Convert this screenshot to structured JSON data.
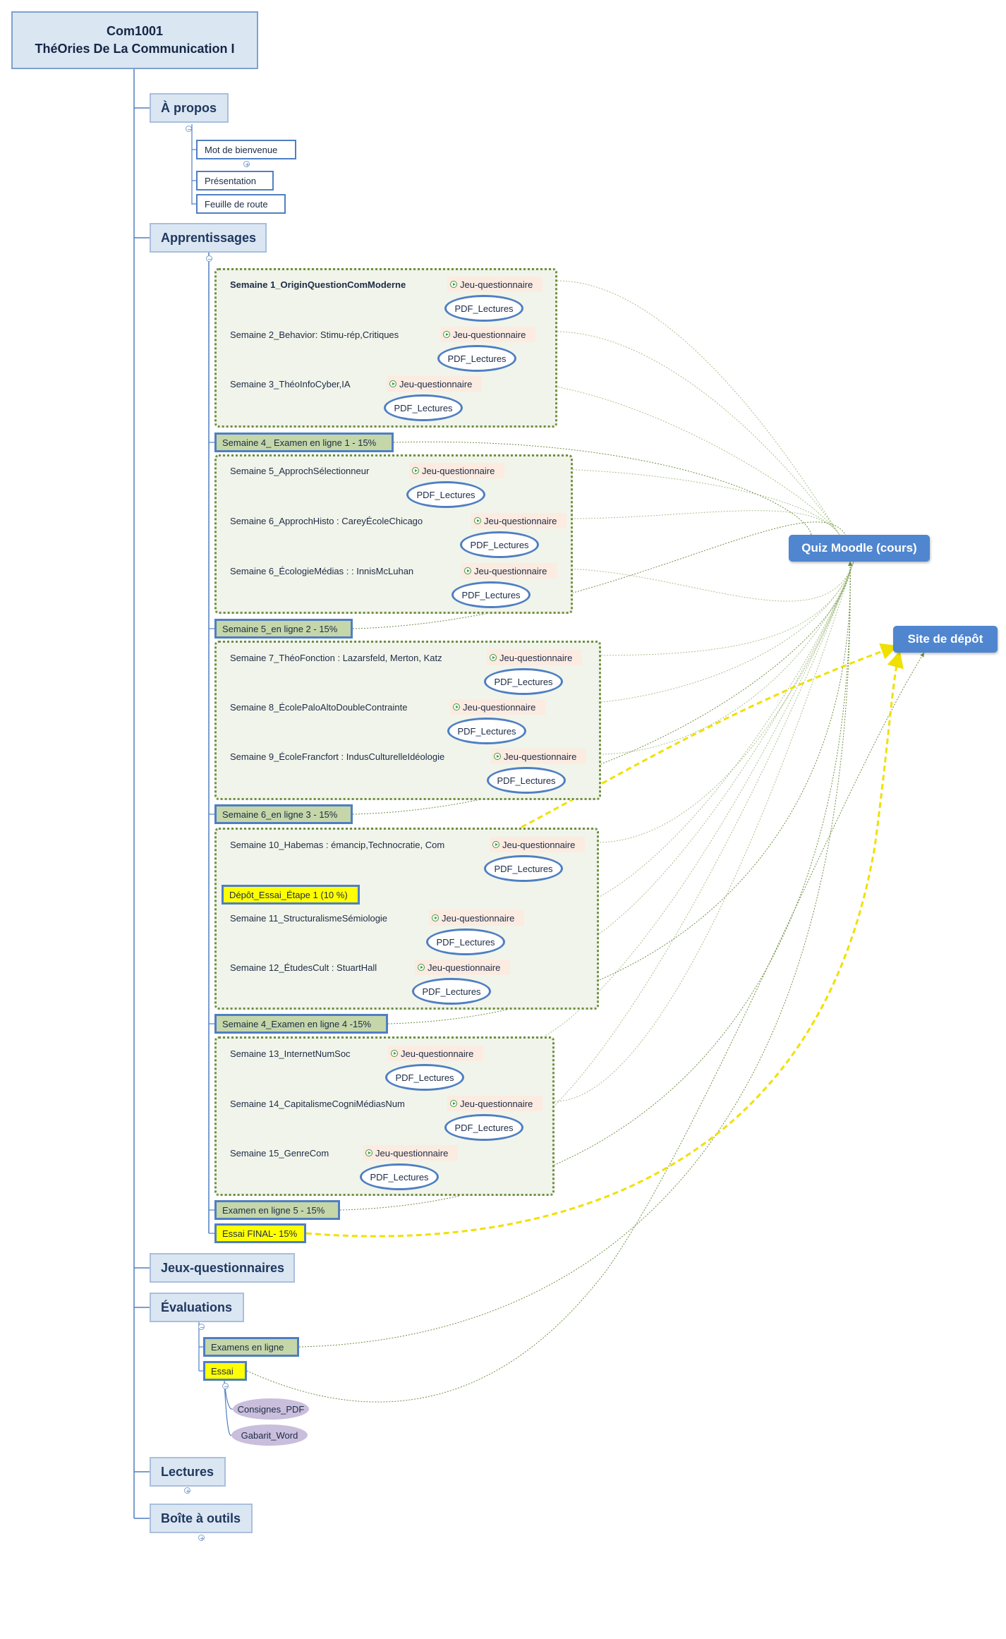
{
  "root": {
    "line1": "Com1001",
    "line2": "ThéOries De La Communication I"
  },
  "sections": {
    "apropos": "À propos",
    "apprentissages": "Apprentissages",
    "jeux": "Jeux-questionnaires",
    "evaluations": "Évaluations",
    "lectures": "Lectures",
    "outils": "Boîte à outils"
  },
  "apropos_items": [
    "Mot de bienvenue",
    "Présentation",
    "Feuille de route"
  ],
  "weeks": [
    "Semaine 1_OriginQuestionComModerne",
    "Semaine 2_Behavior: Stimu-rép,Critiques",
    "Semaine 3_ThéoInfoCyber,IA",
    "Semaine 5_ApprochSélectionneur",
    "Semaine 6_ApprochHisto : CareyÉcoleChicago",
    "Semaine 6_ÉcologieMédias : : InnisMcLuhan",
    "Semaine 7_ThéoFonction : Lazarsfeld, Merton, Katz",
    "Semaine 8_ÉcolePaloAltoDoubleContrainte",
    "Semaine 9_ÉcoleFrancfort : IndusCulturelleIdéologie",
    "Semaine 10_Habemas : émancip,Technocratie, Com",
    "Semaine 11_StructuralismeSémiologie",
    "Semaine 12_ÉtudesCult : StuartHall",
    "Semaine 13_InternetNumSoc",
    "Semaine 14_CapitalismeCogniMédiasNum",
    "Semaine 15_GenreCom"
  ],
  "quiz_label": "Jeu-questionnaire",
  "pdf_label": "PDF_Lectures",
  "exams": [
    "Semaine 4_ Examen en ligne 1 - 15%",
    "Semaine 5_en ligne 2 - 15%",
    "Semaine 6_en ligne 3 - 15%",
    "Semaine 4_Examen en ligne 4 -15%",
    "Examen en ligne 5 - 15%"
  ],
  "depot_essai": "Dépôt_Essai_Étape 1 (10 %)",
  "essai_final": "Essai FINAL- 15%",
  "eval_items": {
    "examens": "Examens en ligne",
    "essai": "Essai"
  },
  "essai_children": [
    "Consignes_PDF",
    "Gabarit_Word"
  ],
  "destinations": {
    "quiz": "Quiz Moodle (cours)",
    "depot": "Site de dépôt"
  },
  "colors": {
    "root_fill": "#dbe6f3",
    "border_blue": "#4f7fc2",
    "group_border": "#6f8f43",
    "exam_fill": "#c5d6a9",
    "highlight": "#ffff00",
    "dest_fill": "#4f86cf",
    "quiz_fill": "#fcebe1",
    "oval_fill": "#c9bedc",
    "link_line": "#a9c08a"
  },
  "icons": [
    "play-icon",
    "collapse-toggle-icon",
    "expand-toggle-icon"
  ]
}
